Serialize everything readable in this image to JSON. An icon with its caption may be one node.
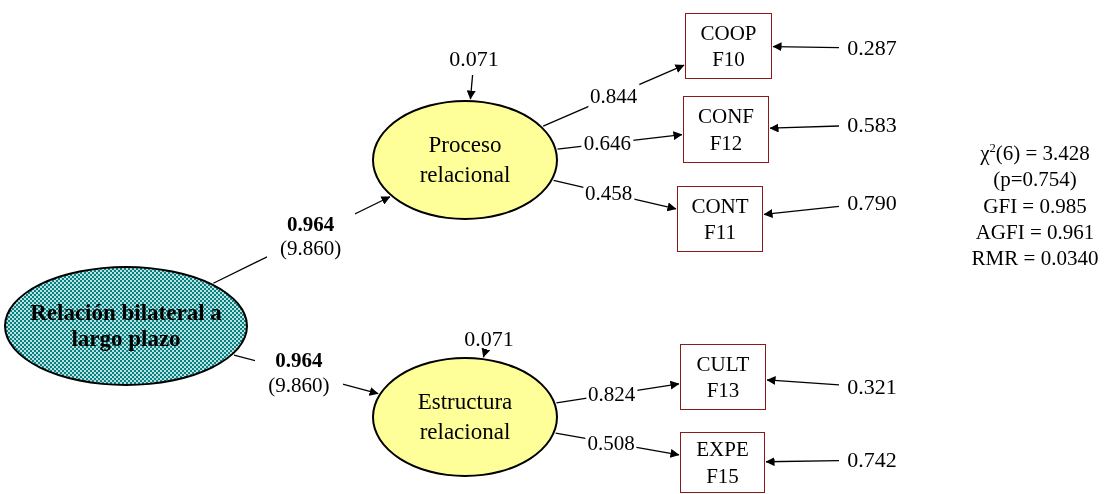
{
  "diagram": {
    "nodes": [
      {
        "text": [
          "Relación bilateral a largo plazo"
        ]
      },
      {
        "text": [
          "Proceso relacional"
        ]
      },
      {
        "text": [
          "Estructura relacional"
        ]
      },
      {
        "text": [
          "COOP",
          "F10"
        ]
      },
      {
        "text": [
          "CONF",
          "F12"
        ]
      },
      {
        "text": [
          "CONT",
          "F11"
        ]
      },
      {
        "text": [
          "CULT",
          "F13"
        ]
      },
      {
        "text": [
          "EXPE",
          "F15"
        ]
      },
      {
        "text": [
          "0.071"
        ]
      },
      {
        "text": [
          "0.071"
        ]
      },
      {
        "text": [
          "0.287"
        ]
      },
      {
        "text": [
          "0.583"
        ]
      },
      {
        "text": [
          "0.790"
        ]
      },
      {
        "text": [
          "0.321"
        ]
      },
      {
        "text": [
          "0.742"
        ]
      }
    ],
    "edges": [
      {
        "from": 0,
        "to": 1,
        "arrow": "to",
        "label": "**0.964** (9.860)"
      },
      {
        "from": 0,
        "to": 2,
        "arrow": "to",
        "label": "**0.964** (9.860)"
      },
      {
        "from": 1,
        "to": 3,
        "arrow": "to",
        "label": "0.844"
      },
      {
        "from": 1,
        "to": 4,
        "arrow": "to",
        "label": "0.646"
      },
      {
        "from": 1,
        "to": 5,
        "arrow": "to",
        "label": "0.458"
      },
      {
        "from": 2,
        "to": 6,
        "arrow": "to",
        "label": "0.824"
      },
      {
        "from": 2,
        "to": 7,
        "arrow": "to",
        "label": "0.508"
      },
      {
        "from": 8,
        "to": 1,
        "arrow": "to"
      },
      {
        "from": 9,
        "to": 2,
        "arrow": "to"
      },
      {
        "from": 10,
        "to": 3,
        "arrow": "to"
      },
      {
        "from": 11,
        "to": 4,
        "arrow": "to"
      },
      {
        "from": 12,
        "to": 5,
        "arrow": "to"
      },
      {
        "from": 13,
        "to": 6,
        "arrow": "to"
      },
      {
        "from": 14,
        "to": 7,
        "arrow": "to"
      }
    ],
    "labels": [
      "χ$^{2}$(6) = 3.428",
      "(p=0.754)",
      "GFI = 0.985",
      "AGFI = 0.961",
      "RMR = 0.0340"
    ]
  }
}
